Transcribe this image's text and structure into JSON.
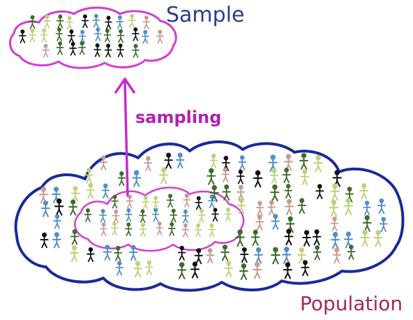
{
  "labels": {
    "sample": "Sample",
    "sampling": "sampling",
    "population": "Population"
  },
  "colors": {
    "sample_outline": "#d63ad6",
    "population_outline": "#1a2a9a",
    "arrow": "#c42bd0",
    "figure_palette": [
      "#3c6b2b",
      "#4f8fc7",
      "#c59a92",
      "#111111",
      "#bfd17a"
    ]
  }
}
